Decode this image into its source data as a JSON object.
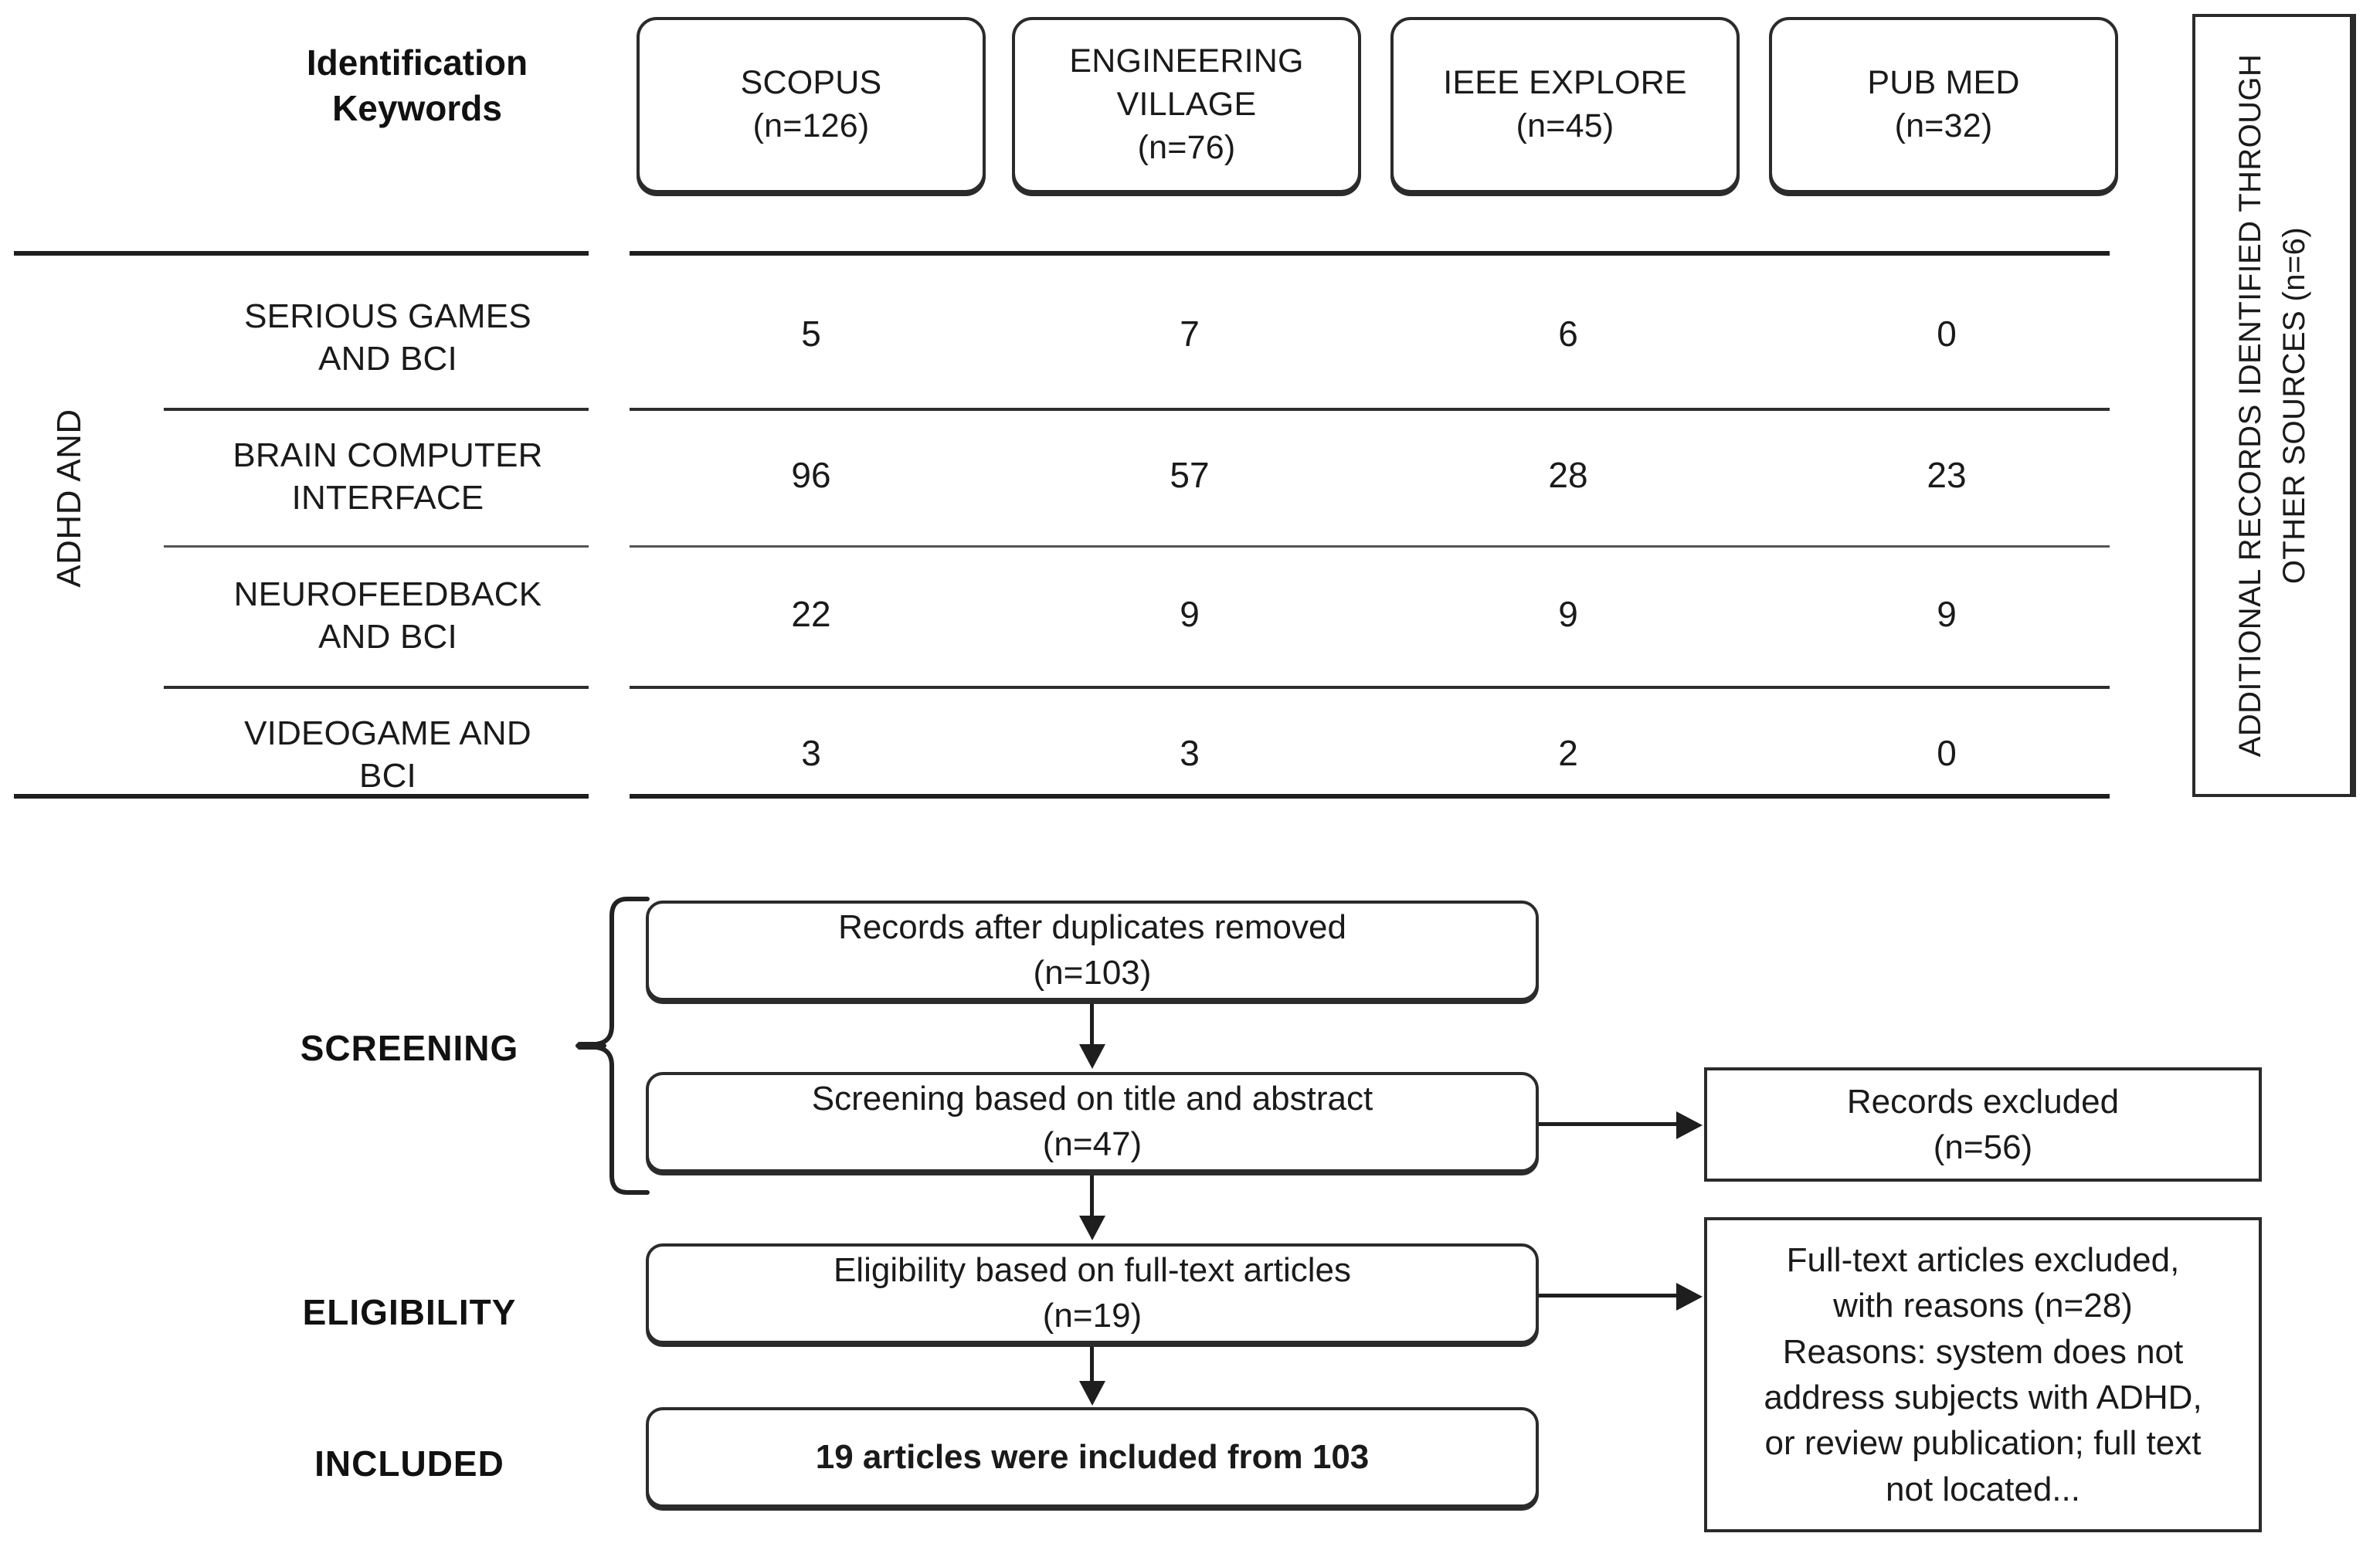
{
  "figure": {
    "type": "prisma-flow-diagram",
    "identification_label": "Identification\nKeywords",
    "identification_label_line1": "Identification",
    "identification_label_line2": "Keywords"
  },
  "sources": [
    {
      "name": "SCOPUS",
      "name_line1": "SCOPUS",
      "name_line2": "",
      "count_text": "(n=126)",
      "count": 126
    },
    {
      "name": "ENGINEERING VILLAGE",
      "name_line1": "ENGINEERING",
      "name_line2": "VILLAGE",
      "count_text": "(n=76)",
      "count": 76
    },
    {
      "name": "IEEE EXPLORE",
      "name_line1": "IEEE EXPLORE",
      "name_line2": "",
      "count_text": "(n=45)",
      "count": 45
    },
    {
      "name": "PUB MED",
      "name_line1": "PUB MED",
      "name_line2": "",
      "count_text": "(n=32)",
      "count": 32
    }
  ],
  "other_sources": {
    "label": "ADDITIONAL RECORDS IDENTIFIED THROUGH OTHER SOURCES (n=6)",
    "count": 6
  },
  "table": {
    "row_group_label": "ADHD AND",
    "row_labels": [
      {
        "line1": "SERIOUS GAMES",
        "line2": "AND BCI"
      },
      {
        "line1": "BRAIN COMPUTER",
        "line2": "INTERFACE"
      },
      {
        "line1": "NEUROFEEDBACK",
        "line2": "AND BCI"
      },
      {
        "line1": "VIDEOGAME AND",
        "line2": "BCI"
      }
    ],
    "rows": [
      [
        "5",
        "7",
        "6",
        "0"
      ],
      [
        "96",
        "57",
        "28",
        "23"
      ],
      [
        "22",
        "9",
        "9",
        "9"
      ],
      [
        "3",
        "3",
        "2",
        "0"
      ]
    ]
  },
  "chart_data": {
    "type": "table",
    "title": "Identification Keywords",
    "columns": [
      "SCOPUS (n=126)",
      "ENGINEERING VILLAGE (n=76)",
      "IEEE EXPLORE (n=45)",
      "PUB MED (n=32)"
    ],
    "row_group": "ADHD AND",
    "categories": [
      "SERIOUS GAMES AND BCI",
      "BRAIN COMPUTER INTERFACE",
      "NEUROFEEDBACK AND BCI",
      "VIDEOGAME AND BCI"
    ],
    "series": [
      {
        "name": "SCOPUS",
        "values": [
          5,
          96,
          22,
          3
        ]
      },
      {
        "name": "ENGINEERING VILLAGE",
        "values": [
          7,
          57,
          9,
          3
        ]
      },
      {
        "name": "IEEE EXPLORE",
        "values": [
          6,
          28,
          9,
          2
        ]
      },
      {
        "name": "PUB MED",
        "values": [
          0,
          23,
          9,
          0
        ]
      }
    ],
    "column_totals": [
      126,
      76,
      45,
      32
    ],
    "additional_records_other_sources": 6,
    "flow": {
      "records_after_duplicates_removed": 103,
      "screened_title_abstract": 47,
      "records_excluded": 56,
      "eligibility_full_text": 19,
      "full_text_excluded": 28,
      "included": 19,
      "included_from": 103
    }
  },
  "flow": {
    "stages": [
      {
        "key": "screening",
        "label": "SCREENING"
      },
      {
        "key": "eligibility",
        "label": "ELIGIBILITY"
      },
      {
        "key": "included",
        "label": "INCLUDED"
      }
    ],
    "boxes": {
      "duplicates": {
        "line1": "Records after duplicates removed",
        "line2": "(n=103)"
      },
      "screening": {
        "line1": "Screening based on title and abstract",
        "line2": "(n=47)"
      },
      "eligibility": {
        "line1": "Eligibility based on full-text articles",
        "line2": "(n=19)"
      },
      "included": {
        "line1": "19 articles were included from 103",
        "line2": ""
      }
    },
    "excluded": {
      "records": {
        "line1": "Records excluded",
        "line2": "(n=56)"
      },
      "fulltext": {
        "line1": "Full-text articles excluded,",
        "line2": "with reasons (n=28)",
        "line3": "Reasons: system does not",
        "line4": "address subjects with ADHD,",
        "line5": "or review publication; full text",
        "line6": "not located..."
      }
    }
  },
  "colors": {
    "ink": "#1a1a1a",
    "stroke": "#2b2b2b",
    "rule": "#1e1e1e",
    "background": "#ffffff"
  }
}
